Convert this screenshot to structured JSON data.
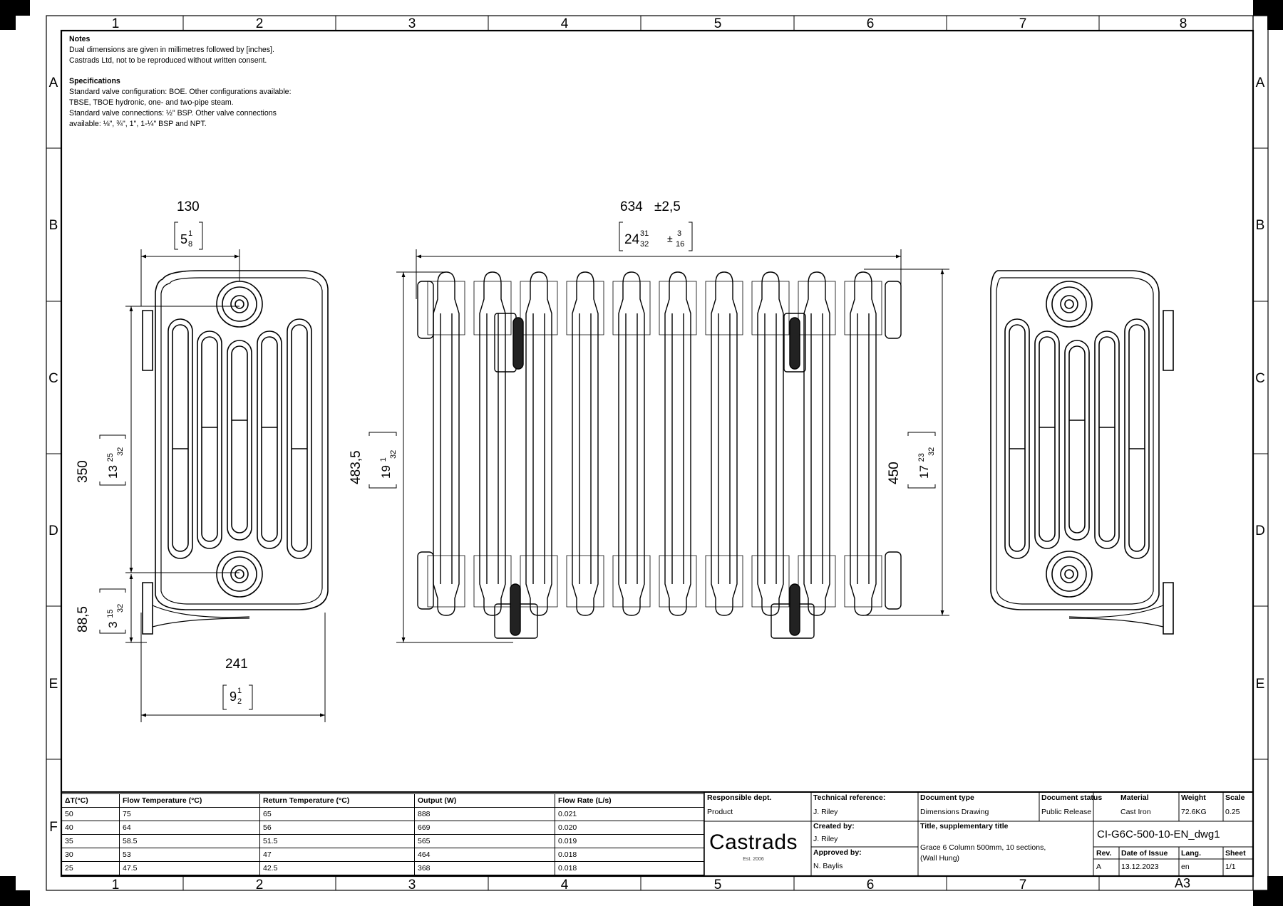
{
  "grid": {
    "columns": [
      "1",
      "2",
      "3",
      "4",
      "5",
      "6",
      "7",
      "8"
    ],
    "rows": [
      "A",
      "B",
      "C",
      "D",
      "E",
      "F"
    ]
  },
  "notes": {
    "heading": "Notes",
    "lines": [
      "Dual dimensions are given in millimetres followed by [inches].",
      "Castrads Ltd, not to be reproduced without written consent."
    ],
    "spec_heading": "Specifications",
    "spec_lines": [
      "Standard valve configuration: BOE. Other configurations available:",
      "TBSE, TBOE hydronic, one- and two-pipe steam.",
      "Standard valve connections: ½\" BSP. Other valve connections",
      "available: ⅛\", ¾\", 1\", 1-¼\" BSP and NPT."
    ]
  },
  "dimensions": {
    "side_depth_mm": "130",
    "side_depth_in_whole": "5",
    "side_depth_in_num": "1",
    "side_depth_in_den": "8",
    "side_base_mm": "241",
    "side_base_in_whole": "9",
    "side_base_in_num": "1",
    "side_base_in_den": "2",
    "side_centres_mm": "350",
    "side_centres_in_whole": "13",
    "side_centres_in_num": "25",
    "side_centres_in_den": "32",
    "side_floor_mm": "88,5",
    "side_floor_in_whole": "3",
    "side_floor_in_num": "15",
    "side_floor_in_den": "32",
    "front_width_mm": "634",
    "front_width_tol": "±2,5",
    "front_width_in_whole": "24",
    "front_width_in_num": "31",
    "front_width_in_den": "32",
    "front_width_in_tol_num": "3",
    "front_width_in_tol_den": "16",
    "front_height_mm": "483,5",
    "front_height_in_whole": "19",
    "front_height_in_num": "1",
    "front_height_in_den": "32",
    "front_section_mm": "450",
    "front_section_in_whole": "17",
    "front_section_in_num": "23",
    "front_section_in_den": "32"
  },
  "performance_table": {
    "headers": [
      "ΔT(°C)",
      "Flow Temperature (°C)",
      "Return Temperature (°C)",
      "Output (W)",
      "Flow Rate (L/s)"
    ],
    "rows": [
      [
        "50",
        "75",
        "65",
        "888",
        "0.021"
      ],
      [
        "40",
        "64",
        "56",
        "669",
        "0.020"
      ],
      [
        "35",
        "58.5",
        "51.5",
        "565",
        "0.019"
      ],
      [
        "30",
        "53",
        "47",
        "464",
        "0.018"
      ],
      [
        "25",
        "47.5",
        "42.5",
        "368",
        "0.018"
      ]
    ]
  },
  "title_block": {
    "responsible_dept_label": "Responsible dept.",
    "responsible_dept": "Product",
    "technical_reference_label": "Technical reference:",
    "technical_reference": "J. Riley",
    "document_type_label": "Document type",
    "document_type": "Dimensions Drawing",
    "document_status_label": "Document status",
    "document_status": "Public Release",
    "material_label": "Material",
    "material": "Cast Iron",
    "weight_label": "Weight",
    "weight": "72.6KG",
    "scale_label": "Scale",
    "scale": "0.25",
    "created_by_label": "Created by:",
    "created_by": "J. Riley",
    "approved_by_label": "Approved by:",
    "approved_by": "N. Baylis",
    "title_label": "Title, supplementary title",
    "title_line1": "Grace 6 Column 500mm, 10 sections,",
    "title_line2": "(Wall Hung)",
    "document_number": "CI-G6C-500-10-EN_dwg1",
    "rev_label": "Rev.",
    "rev": "A",
    "date_label": "Date of Issue",
    "date": "13.12.2023",
    "lang_label": "Lang.",
    "lang": "en",
    "sheet_label": "Sheet",
    "sheet": "1/1",
    "logo": "Castrads",
    "logo_sub": "Est. 2006",
    "paper_size": "A3"
  },
  "colors": {
    "line": "#000000",
    "paper": "#ffffff"
  }
}
